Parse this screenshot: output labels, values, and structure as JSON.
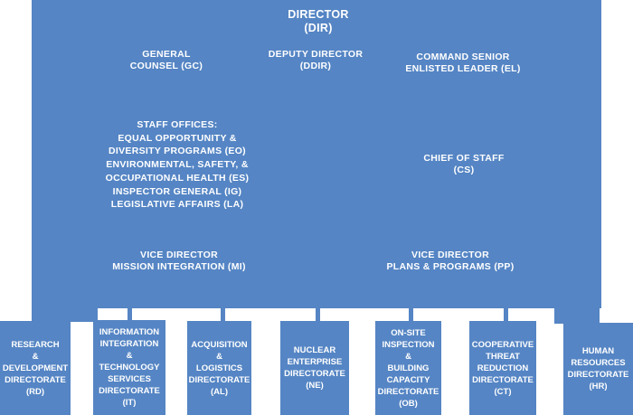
{
  "colors": {
    "box_blue": "#5585c4",
    "text_white": "#ffffff",
    "background": "#ffffff"
  },
  "org_chart": {
    "director": "DIRECTOR\n(DIR)",
    "general_counsel": "GENERAL\nCOUNSEL (GC)",
    "deputy_director": "DEPUTY DIRECTOR\n(DDIR)",
    "command_senior_enlisted_leader": "COMMAND SENIOR\nENLISTED LEADER (EL)",
    "staff_offices": "STAFF OFFICES:\nEQUAL OPPORTUNITY &\nDIVERSITY PROGRAMS (EO)\nENVIRONMENTAL, SAFETY, &\nOCCUPATIONAL HEALTH (ES)\nINSPECTOR GENERAL (IG)\nLEGISLATIVE AFFAIRS (LA)",
    "chief_of_staff": "CHIEF OF STAFF\n(CS)",
    "vice_director_mission_integration": "VICE DIRECTOR\nMISSION INTEGRATION (MI)",
    "vice_director_plans_programs": "VICE DIRECTOR\nPLANS & PROGRAMS (PP)",
    "directorates": [
      {
        "code": "RD",
        "label": "RESEARCH\n&\nDEVELOPMENT\nDIRECTORATE\n(RD)"
      },
      {
        "code": "IT",
        "label": "INFORMATION\nINTEGRATION\n&\nTECHNOLOGY\nSERVICES\nDIRECTORATE\n(IT)"
      },
      {
        "code": "AL",
        "label": "ACQUISITION\n&\nLOGISTICS\nDIRECTORATE\n(AL)"
      },
      {
        "code": "NE",
        "label": "NUCLEAR\nENTERPRISE\nDIRECTORATE\n(NE)"
      },
      {
        "code": "OB",
        "label": "ON-SITE\nINSPECTION\n&\nBUILDING\nCAPACITY\nDIRECTORATE\n(OB)"
      },
      {
        "code": "CT",
        "label": "COOPERATIVE\nTHREAT\nREDUCTION\nDIRECTORATE\n(CT)"
      },
      {
        "code": "HR",
        "label": "HUMAN\nRESOURCES\nDIRECTORATE\n(HR)"
      }
    ]
  }
}
